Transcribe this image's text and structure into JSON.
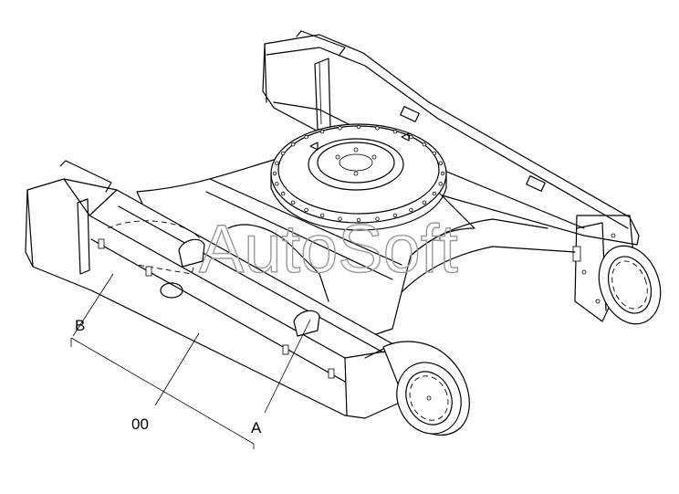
{
  "callouts": {
    "b": "B",
    "assembly": "00",
    "a": "A"
  },
  "watermark": "AutoSoft"
}
